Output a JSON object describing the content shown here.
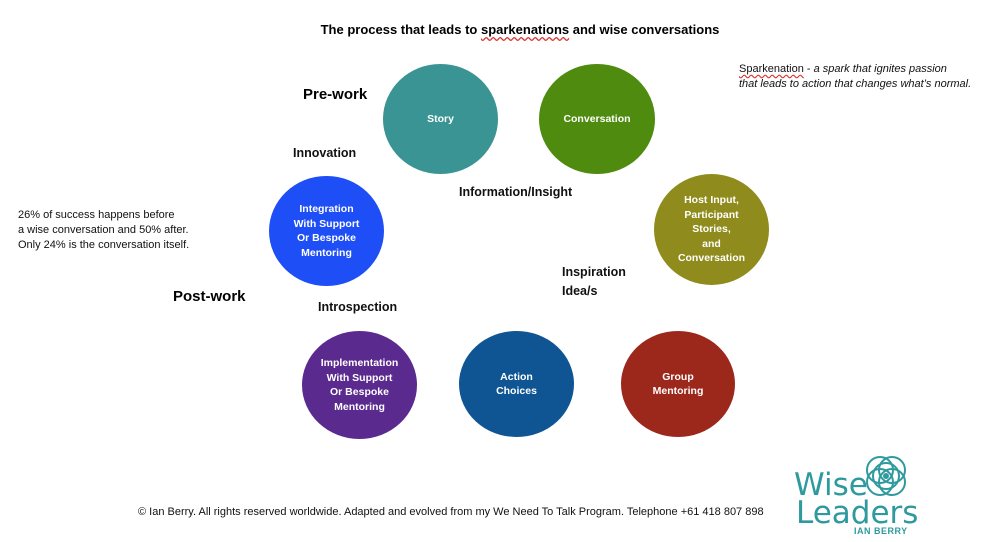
{
  "title": {
    "prefix": "The process that leads to ",
    "keyword": "sparkenations",
    "suffix": " and wise conversations"
  },
  "definition": {
    "term": "Sparkenation",
    "separator": " - ",
    "line1": "a spark that ignites passion",
    "line2": "that leads to action that changes what’s normal."
  },
  "stat": {
    "line1": "26% of success happens before",
    "line2": "a wise conversation and 50% after.",
    "line3": "Only 24% is the conversation itself."
  },
  "labels": {
    "pre_work": "Pre-work",
    "post_work": "Post-work",
    "innovation": "Innovation",
    "information": "Information/Insight",
    "inspiration": "Inspiration",
    "ideas": "Idea/s",
    "introspection": "Introspection"
  },
  "circles": {
    "story": {
      "label": "Story",
      "color": "#3a9494"
    },
    "conversation": {
      "label": "Conversation",
      "color": "#4e8b0e"
    },
    "host": {
      "line1": "Host Input,",
      "line2": "Participant Stories,",
      "line3": "and",
      "line4": "Conversation",
      "color": "#8f8b1c"
    },
    "group": {
      "line1": "Group",
      "line2": "Mentoring",
      "color": "#9c281c"
    },
    "action": {
      "line1": "Action",
      "line2": "Choices",
      "color": "#0f5594"
    },
    "implementation": {
      "line1": "Implementation",
      "line2": "With Support",
      "line3": "Or Bespoke",
      "line4": "Mentoring",
      "color": "#5a2a8e"
    },
    "integration": {
      "line1": "Integration",
      "line2": "With Support",
      "line3": "Or Bespoke",
      "line4": "Mentoring",
      "color": "#1e4ef5"
    }
  },
  "footer": "© Ian Berry. All rights reserved worldwide. Adapted and evolved from my We Need To Talk Program. Telephone +61 418 807 898",
  "logo": {
    "word1": "Wise",
    "word2": "Leaders",
    "sub": "IAN BERRY",
    "color": "#2f9a9e"
  }
}
